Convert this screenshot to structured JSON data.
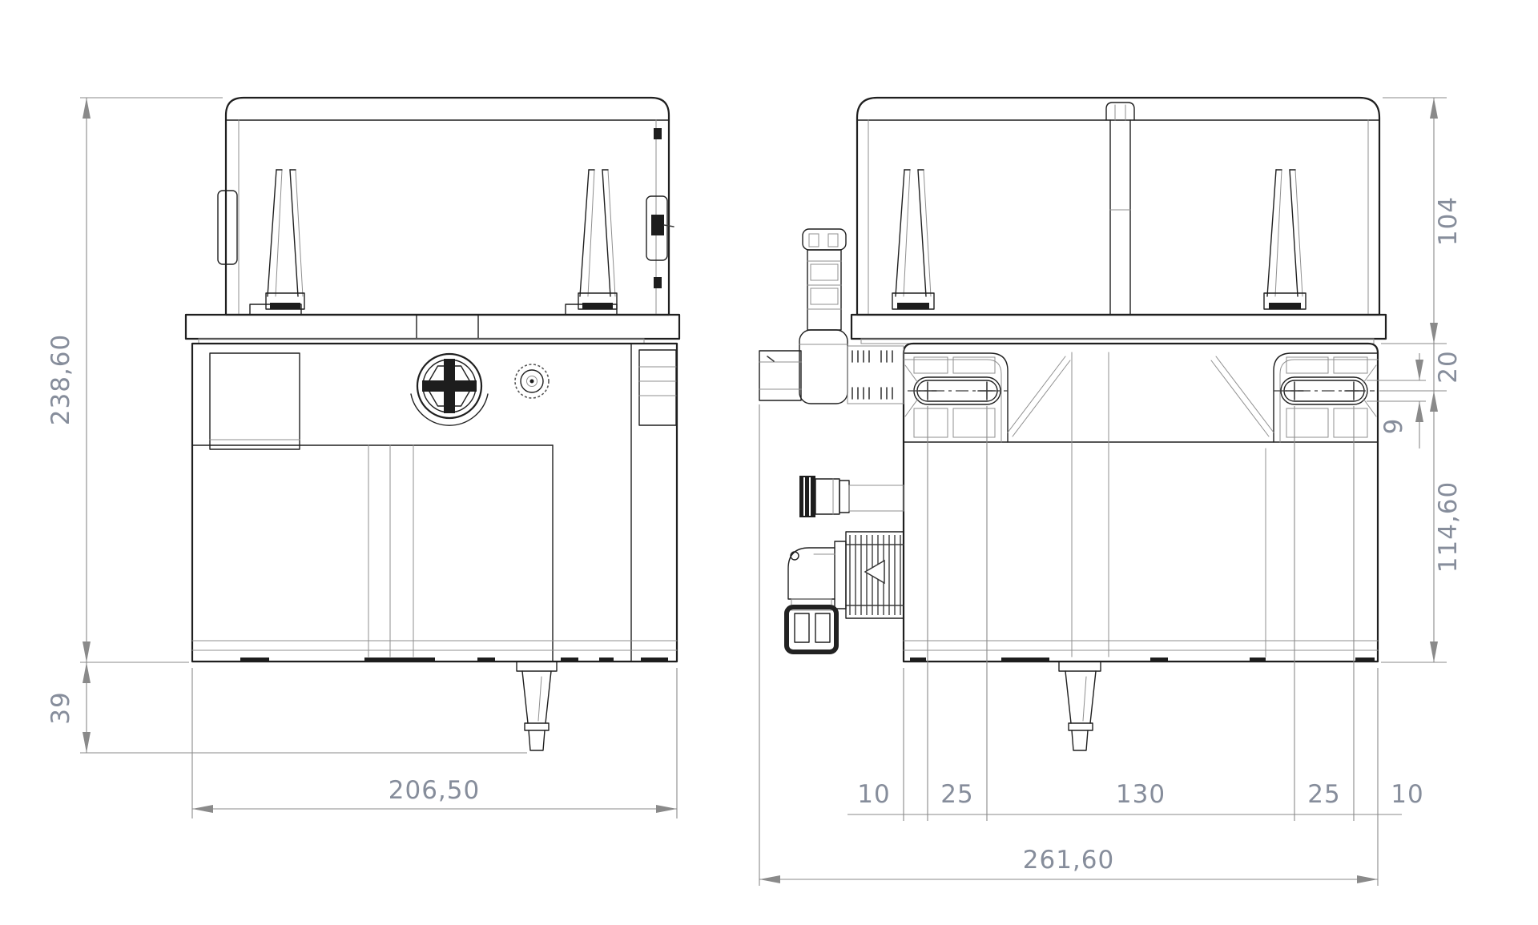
{
  "drawing": {
    "type": "technical-dimension-drawing",
    "subject": "lubrication pump unit, front and side orthographic views",
    "colors": {
      "background": "#ffffff",
      "line": "#1f1f1f",
      "dimension": "#8a8a8a",
      "dimension_text": "#868d9b"
    },
    "front_view": {
      "dims": {
        "total_height": "238,60",
        "outlet_projection": "39",
        "total_width": "206,50"
      }
    },
    "side_view": {
      "dims": {
        "reservoir_height": "104",
        "flange_to_slot_center": "20",
        "slot_height": "9",
        "slot_center_to_base": "114,60",
        "chain": [
          "10",
          "25",
          "130",
          "25",
          "10"
        ],
        "total_width": "261,60"
      }
    }
  }
}
